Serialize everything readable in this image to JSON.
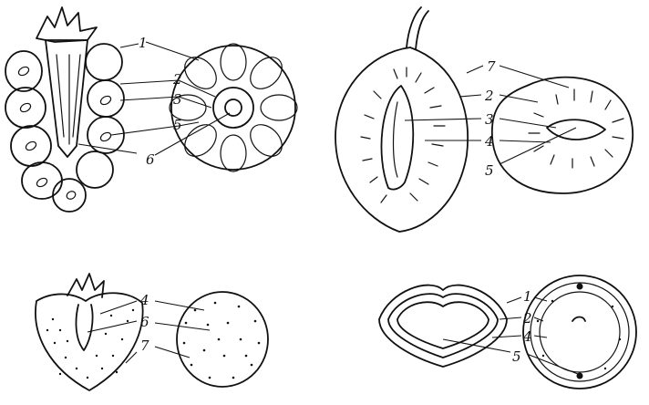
{
  "figure": {
    "panel_raspberry": {
      "labels": [
        "1",
        "2",
        "3",
        "5",
        "6"
      ]
    },
    "panel_plum": {
      "labels": [
        "7",
        "2",
        "3",
        "4",
        "5"
      ]
    },
    "panel_strawberry": {
      "labels": [
        "4",
        "6",
        "7"
      ]
    },
    "panel_nut": {
      "labels": [
        "1",
        "2",
        "4",
        "5"
      ]
    }
  }
}
